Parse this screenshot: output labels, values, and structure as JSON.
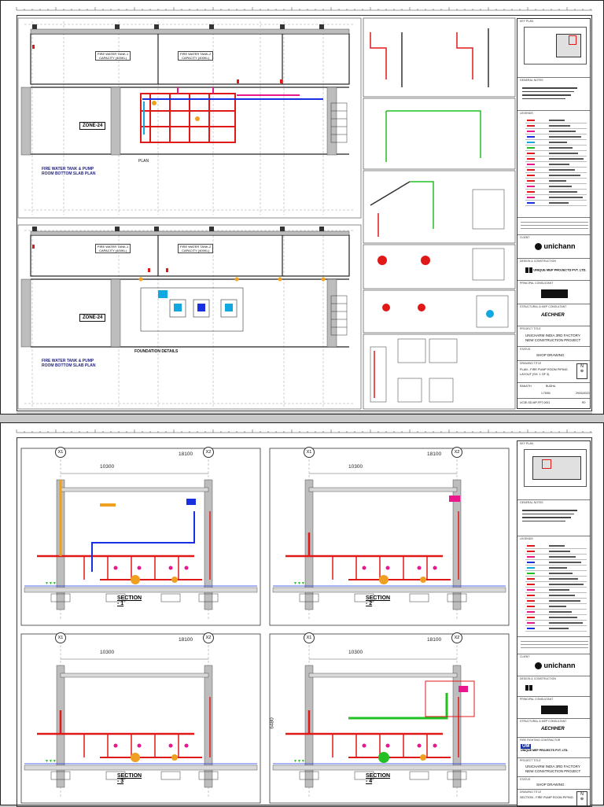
{
  "sheet1": {
    "plan_top": {
      "tank1": "FIRE WATER TANK-1\nCAPACITY (400KL)",
      "tank2": "FIRE WATER TANK-2\nCAPACITY (400KL)",
      "zone": "ZONE-24",
      "plan_label": "PLAN",
      "title_line1": "FIRE WATER TANK & PUMP",
      "title_line2": "ROOM BOTTOM SLAB PLAN"
    },
    "plan_bottom": {
      "tank1": "FIRE WATER TANK-1\nCAPACITY (400KL)",
      "tank2": "FIRE WATER TANK-2\nCAPACITY (400KL)",
      "zone": "ZONE-24",
      "foundation_label": "FOUNDATION DETAILS",
      "title_line1": "FIRE WATER TANK & PUMP",
      "title_line2": "ROOM BOTTOM SLAB PLAN"
    },
    "title_block": {
      "client_label": "CLIENT",
      "client_logo": "unichann",
      "design_label": "DESIGN & CONSTRUCTION",
      "contractor_short": "UNIQUE MEP PROJECTS PVT. LTD.",
      "principal_label": "PRINCIPAL CONSULTANT",
      "structural_label": "STRUCTURAL & MEP CONSULTANT",
      "consultant_logo": "AECHHER",
      "project_label": "PROJECT TITLE",
      "project_line1": "UNICHARM INDIA 3RD FACTORY",
      "project_line2": "NEW CONSTRUCTION PROJECT",
      "status_label": "STATUS",
      "status": "SHOP DRAWING",
      "drawing_title_label": "DRAWING TITLE",
      "drawing_title1": "PLAN - FIRE PUMP ROOM PIPING",
      "drawing_title2": "LAYOUT (SH. 1 OF 3)",
      "drawn_by": "RANJITH",
      "checked": "BUDHA",
      "scale": "1:75/50",
      "date": "29/03/2023",
      "drawing_no": "UC3E-SD-MP-FPT-0001",
      "revision": "R0",
      "general_notes_label": "GENERAL NOTES",
      "legends_label": "LEGENDS",
      "key_plan_label": "KEY PLAN"
    }
  },
  "sheet2": {
    "sections": [
      {
        "title": "SECTION - 1",
        "grid_left": "X1",
        "grid_right": "X2",
        "dim_left": "10300",
        "dim_right": "18100"
      },
      {
        "title": "SECTION - 2",
        "grid_left": "X1",
        "grid_right": "X2",
        "dim_left": "10300",
        "dim_right": "18100"
      },
      {
        "title": "SECTION - 3",
        "grid_left": "X1",
        "grid_right": "X2",
        "dim_left": "10300",
        "dim_right": "18100"
      },
      {
        "title": "SECTION - 4",
        "grid_left": "X1",
        "grid_right": "X2",
        "dim_left": "10300",
        "dim_right": "18100",
        "dim_vertical": "6480"
      }
    ],
    "title_block": {
      "client_label": "CLIENT",
      "client_logo": "unichann",
      "design_label": "DESIGN & CONSTRUCTION",
      "principal_label": "PRINCIPAL CONSULTANT",
      "structural_label": "STRUCTURAL & MEP CONSULTANT",
      "consultant_logo": "AECHHER",
      "fire_label": "FIRE FIGHTING CONTRACTOR",
      "contractor_name": "UNIQUE MEP PROJECTS PVT. LTD.",
      "project_label": "PROJECT TITLE",
      "project_line1": "UNICHARM INDIA 3RD FACTORY",
      "project_line2": "NEW CONSTRUCTION PROJECT",
      "status_label": "STATUS",
      "status": "SHOP DRAWING",
      "drawing_title_label": "DRAWING TITLE",
      "drawing_title1": "SECTION - FIRE PUMP ROOM PIPING",
      "general_notes_label": "GENERAL NOTES",
      "legends_label": "LEGENDS",
      "key_plan_label": "KEY PLAN"
    }
  },
  "colors": {
    "fire_pipe": "#e01818",
    "jockey": "#e8188c",
    "drain": "#1830e0",
    "green_pipe": "#22c022",
    "orange": "#f0a020",
    "cyan": "#10a8e0"
  }
}
